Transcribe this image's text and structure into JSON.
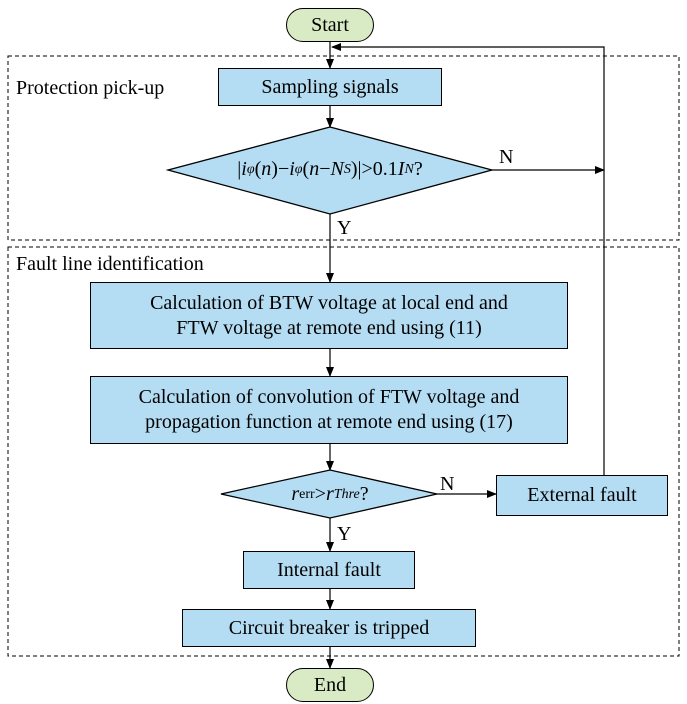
{
  "sections": {
    "pickup": "Protection pick-up",
    "identification": "Fault line identification"
  },
  "nodes": {
    "start": "Start",
    "sampling": "Sampling signals",
    "calc_btw_line1": "Calculation of BTW voltage at local end and",
    "calc_btw_line2": "FTW voltage at remote end using (11)",
    "calc_conv_line1": "Calculation of convolution of FTW voltage and",
    "calc_conv_line2": "propagation function at remote end using (17)",
    "external_fault": "External fault",
    "internal_fault": "Internal fault",
    "breaker": "Circuit breaker is tripped",
    "end": "End"
  },
  "decisions": {
    "current_check": {
      "i": "i",
      "phi": "φ",
      "n": "n",
      "minus": "−",
      "N": "N",
      "S": "S",
      "threshold": "0.1",
      "I": "I",
      "Nsub": "N",
      "q": "?"
    },
    "ratio_check": {
      "r": "r",
      "err": "err",
      "gt": ">",
      "thre": "Thre",
      "q": "?"
    }
  },
  "branches": {
    "yes": "Y",
    "no": "N"
  }
}
